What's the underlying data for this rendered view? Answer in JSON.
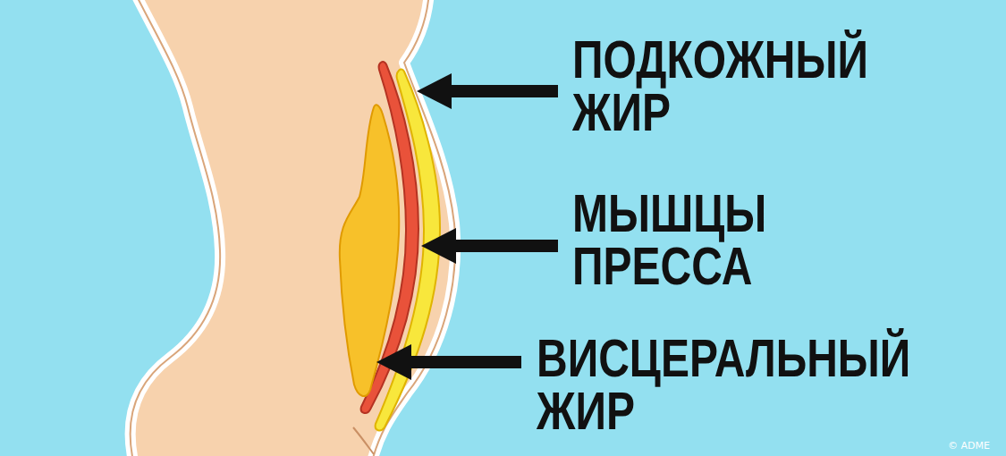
{
  "diagram": {
    "labels": [
      "ПОДКОЖНЫЙ ЖИР",
      "МЫШЦЫ ПРЕССА",
      "ВИСЦЕРАЛЬНЫЙ ЖИР",
      "© ADME"
    ]
  }
}
